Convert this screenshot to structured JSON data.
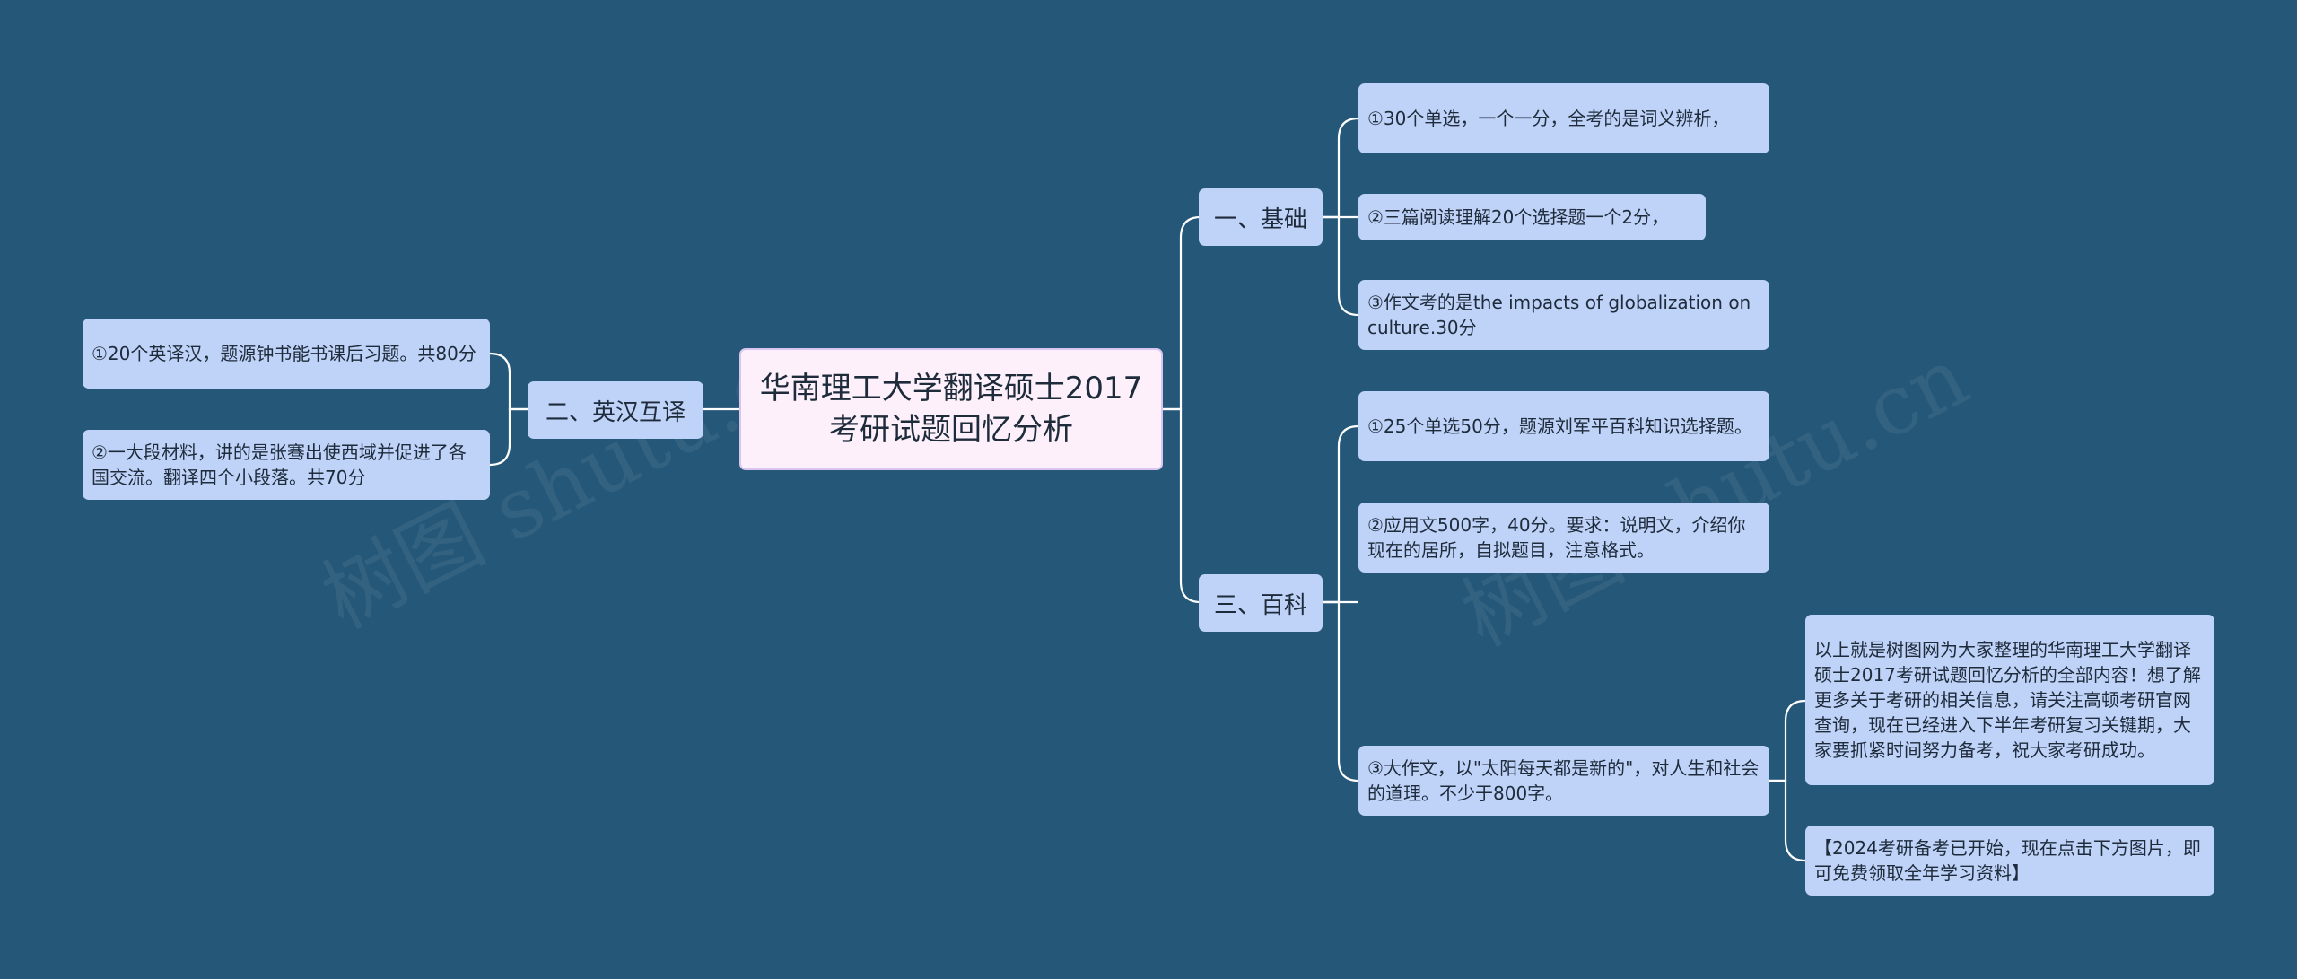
{
  "root": {
    "title": "华南理工大学翻译硕士2017考研试题回忆分析"
  },
  "branches": {
    "jichu": {
      "label": "一、基础",
      "items": [
        "①30个单选，一个一分，全考的是词义辨析，",
        "②三篇阅读理解20个选择题一个2分，",
        "③作文考的是the impacts of globalization on culture.30分"
      ]
    },
    "baike": {
      "label": "三、百科",
      "items": [
        "①25个单选50分，题源刘军平百科知识选择题。",
        "②应用文500字，40分。要求：说明文，介绍你现在的居所，自拟题目，注意格式。",
        "③大作文，以\"太阳每天都是新的\"，对人生和社会的道理。不少于800字。"
      ],
      "sub_items": [
        "以上就是树图网为大家整理的华南理工大学翻译硕士2017考研试题回忆分析的全部内容！想了解更多关于考研的相关信息，请关注高顿考研官网查询，现在已经进入下半年考研复习关键期，大家要抓紧时间努力备考，祝大家考研成功。",
        "【2024考研备考已开始，现在点击下方图片，即可免费领取全年学习资料】"
      ]
    },
    "yinghan": {
      "label": "二、英汉互译",
      "items": [
        "①20个英译汉，题源钟书能书课后习题。共80分",
        "②一大段材料，讲的是张骞出使西域并促进了各国交流。翻译四个小段落。共70分"
      ]
    }
  },
  "watermark": "树图 shutu.cn",
  "colors": {
    "background": "#245778",
    "node": "#bfd2f8",
    "root": "#fdf0fb",
    "line": "#ffffff"
  }
}
